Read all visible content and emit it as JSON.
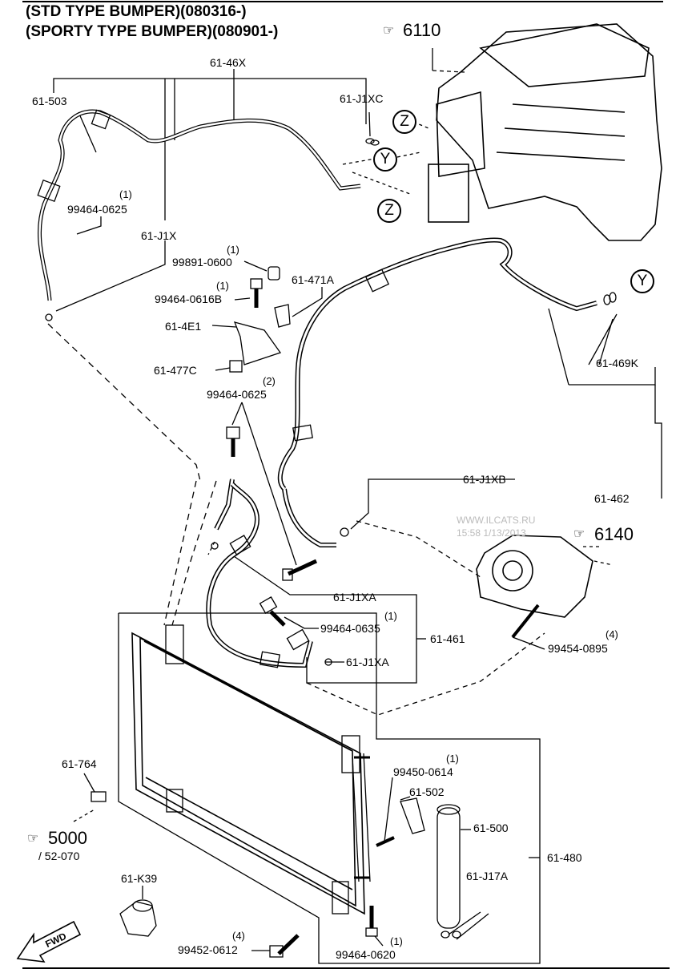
{
  "header": {
    "line1": "(STD TYPE BUMPER)(080316-)",
    "line2": "(SPORTY TYPE BUMPER)(080901-)"
  },
  "refs": {
    "r6110": "6110",
    "r6140": "6140",
    "r5000": "5000",
    "r5000_sub": "/ 52-070"
  },
  "watermark": {
    "site": "WWW.ILCATS.RU",
    "time": "15:58 1/13/2013"
  },
  "fwd": "FWD",
  "markers": {
    "z": "Z",
    "y": "Y"
  },
  "parts": {
    "p61_46X": "61-46X",
    "p61_503": "61-503",
    "p61_J1XC": "61-J1XC",
    "p99464_0625a": "99464-0625",
    "p61_J1X": "61-J1X",
    "p99891_0600": "99891-0600",
    "p61_471A": "61-471A",
    "p99464_0616B": "99464-0616B",
    "p61_4E1": "61-4E1",
    "p61_477C": "61-477C",
    "p99464_0625b": "99464-0625",
    "p61_469K": "61-469K",
    "p61_J1XB": "61-J1XB",
    "p61_462": "61-462",
    "p61_J1XA_top": "61-J1XA",
    "p99464_0635": "99464-0635",
    "p61_461": "61-461",
    "p61_J1XA_bot": "61-J1XA",
    "p99454_0895": "99454-0895",
    "p61_764": "61-764",
    "p99450_0614": "99450-0614",
    "p61_502": "61-502",
    "p61_500": "61-500",
    "p61_480": "61-480",
    "p61_K39": "61-K39",
    "p61_J17A": "61-J17A",
    "p99452_0612": "99452-0612",
    "p99464_0620": "99464-0620"
  },
  "quantities": {
    "q99464_0625a": "(1)",
    "q99891_0600": "(1)",
    "q99464_0616B": "(1)",
    "q99464_0625b": "(2)",
    "q99464_0635": "(1)",
    "q99454_0895": "(4)",
    "q99450_0614": "(1)",
    "q99452_0612": "(4)",
    "q99464_0620": "(1)"
  }
}
